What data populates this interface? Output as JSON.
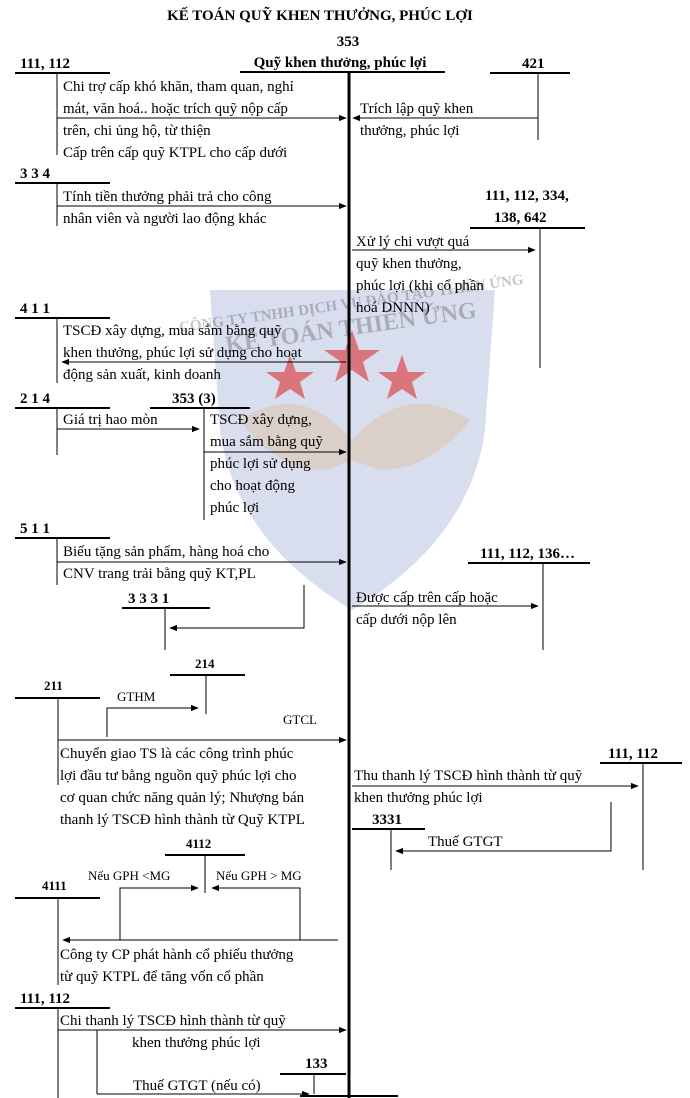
{
  "title": "KẾ TOÁN QUỸ KHEN THƯỞNG, PHÚC LỢI",
  "central_account": {
    "number": "353",
    "name": "Quỹ khen thưởng, phúc lợi"
  },
  "watermark": {
    "line1": "CÔNG TY TNHH DỊCH VỤ ĐÀO TẠO THIÊN ỨNG",
    "line2": "KẾ TOÁN THIÊN ỨNG"
  },
  "accounts": {
    "a111_112_top": "111, 112",
    "a421": "421",
    "a334": "3 3 4",
    "a_overspend_l1": "111, 112, 334,",
    "a_overspend_l2": "138, 642",
    "a411": "4 1 1",
    "a214": "2 1 4",
    "a353_3": "353 (3)",
    "a511": "5 1 1",
    "a_received": "111, 112, 136…",
    "a3331_a": "3 3 3 1",
    "a214_b": "214",
    "a211": "211",
    "a111_112_right": "111, 112",
    "a3331_b": "3331",
    "a4112": "4112",
    "a4111": "4111",
    "a111_112_bottom": "111, 112",
    "a133": "133"
  },
  "texts": {
    "allow_l1": "Chi trợ cấp khó khăn, tham quan, nghỉ",
    "allow_l2": "mát, văn hoá.. hoặc trích quỹ nộp cấp",
    "allow_l3": "trên, chi ủng hộ, từ thiện",
    "allow_l4": "Cấp trên cấp quỹ KTPL cho cấp dưới",
    "appr_l1": "Trích lập quỹ khen",
    "appr_l2": "thưởng, phúc lợi",
    "bonus_l1": "Tính tiền thưởng phải trả cho công",
    "bonus_l2": "nhân viên và người lao động khác",
    "over_l1": "Xử lý chi vượt quá",
    "over_l2": "quỹ khen thưởng,",
    "over_l3": "phúc lợi (khi cổ phần",
    "over_l4": "hoá DNNN)",
    "fa_l1": "TSCĐ xây dựng, mua sắm bằng quỹ",
    "fa_l2": "khen thưởng, phúc lợi sử dụng cho hoạt",
    "fa_l3": "động sản xuất, kinh doanh",
    "dep": "Giá trị hao mòn",
    "welfare_l1": "TSCĐ xây dựng,",
    "welfare_l2": "mua sắm bằng quỹ",
    "welfare_l3": "phúc lợi sử dụng",
    "welfare_l4": "cho hoạt động",
    "welfare_l5": "phúc lợi",
    "gift_l1": "Biếu tặng sản phẩm, hàng hoá cho",
    "gift_l2": "CNV trang trải bằng quỹ KT,PL",
    "recv_l1": "Được cấp trên cấp hoặc",
    "recv_l2": "cấp dưới nộp lên",
    "gthm": "GTHM",
    "gtcl": "GTCL",
    "xfer_l1": "Chuyển giao TS là các công trình phúc",
    "xfer_l2": "lợi đầu tư bằng nguồn quỹ phúc lợi cho",
    "xfer_l3": "cơ quan chức năng quản lý; Nhượng bán",
    "xfer_l4": "thanh lý TSCĐ hình thành từ Quỹ KTPL",
    "disp_l1": "Thu thanh lý TSCĐ hình thành từ quỹ",
    "disp_l2": "khen thưởng phúc lợi",
    "vat": "Thuế GTGT",
    "gph_lt": "Nếu GPH <MG",
    "gph_gt": "Nếu GPH > MG",
    "share_l1": "Công ty CP phát hành cổ phiếu thưởng",
    "share_l2": "từ quỹ KTPL để tăng vốn cổ phần",
    "spend_l1": "Chi thanh lý TSCĐ hình thành từ quỹ",
    "spend_l2": "khen thưởng phúc lợi",
    "vat_opt": "Thuế GTGT (nếu có)"
  }
}
